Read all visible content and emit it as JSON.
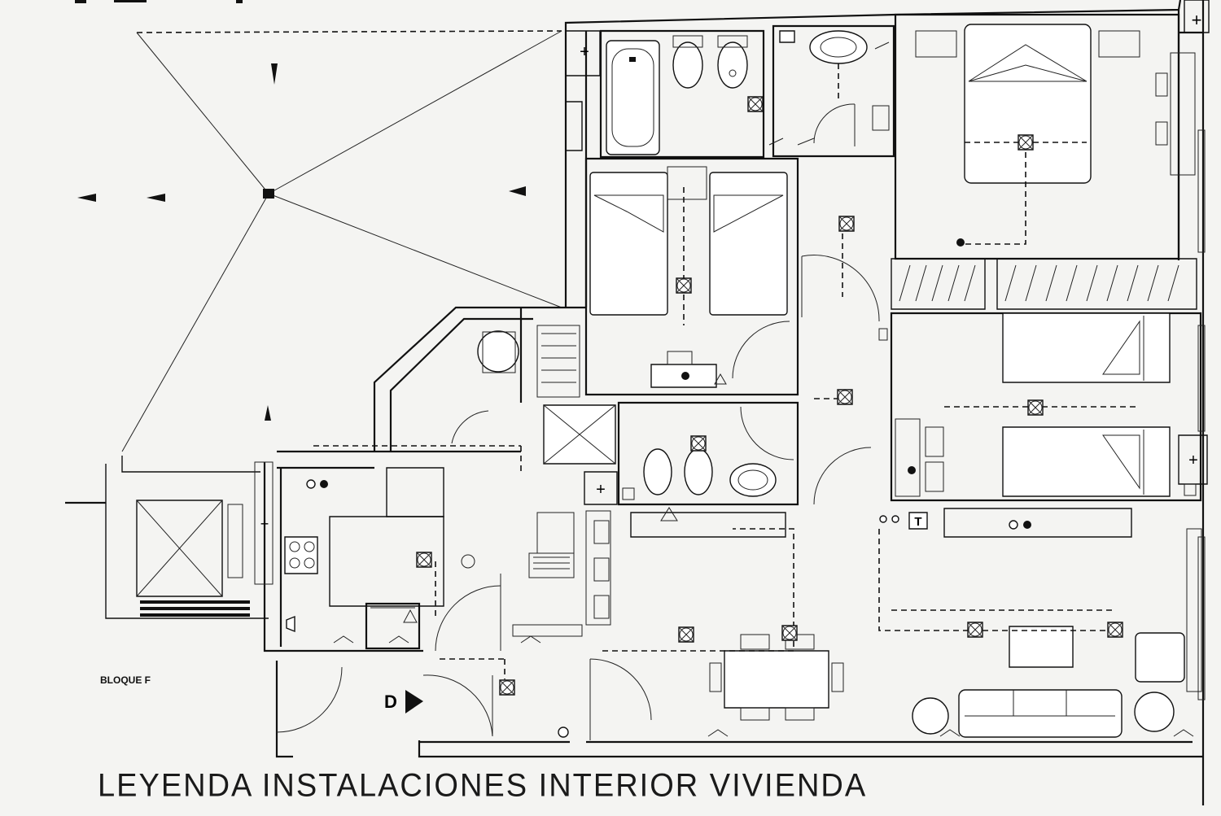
{
  "plan": {
    "legend_title": "LEYENDA INSTALACIONES  INTERIOR VIVIENDA",
    "block_label": "BLOQUE F",
    "entrance_marker": "D",
    "thermostat_symbol": "T"
  },
  "icons": [
    "light-point-icon",
    "socket-icon",
    "switch-icon",
    "north-arrow-icon",
    "entrance-arrow-icon"
  ]
}
